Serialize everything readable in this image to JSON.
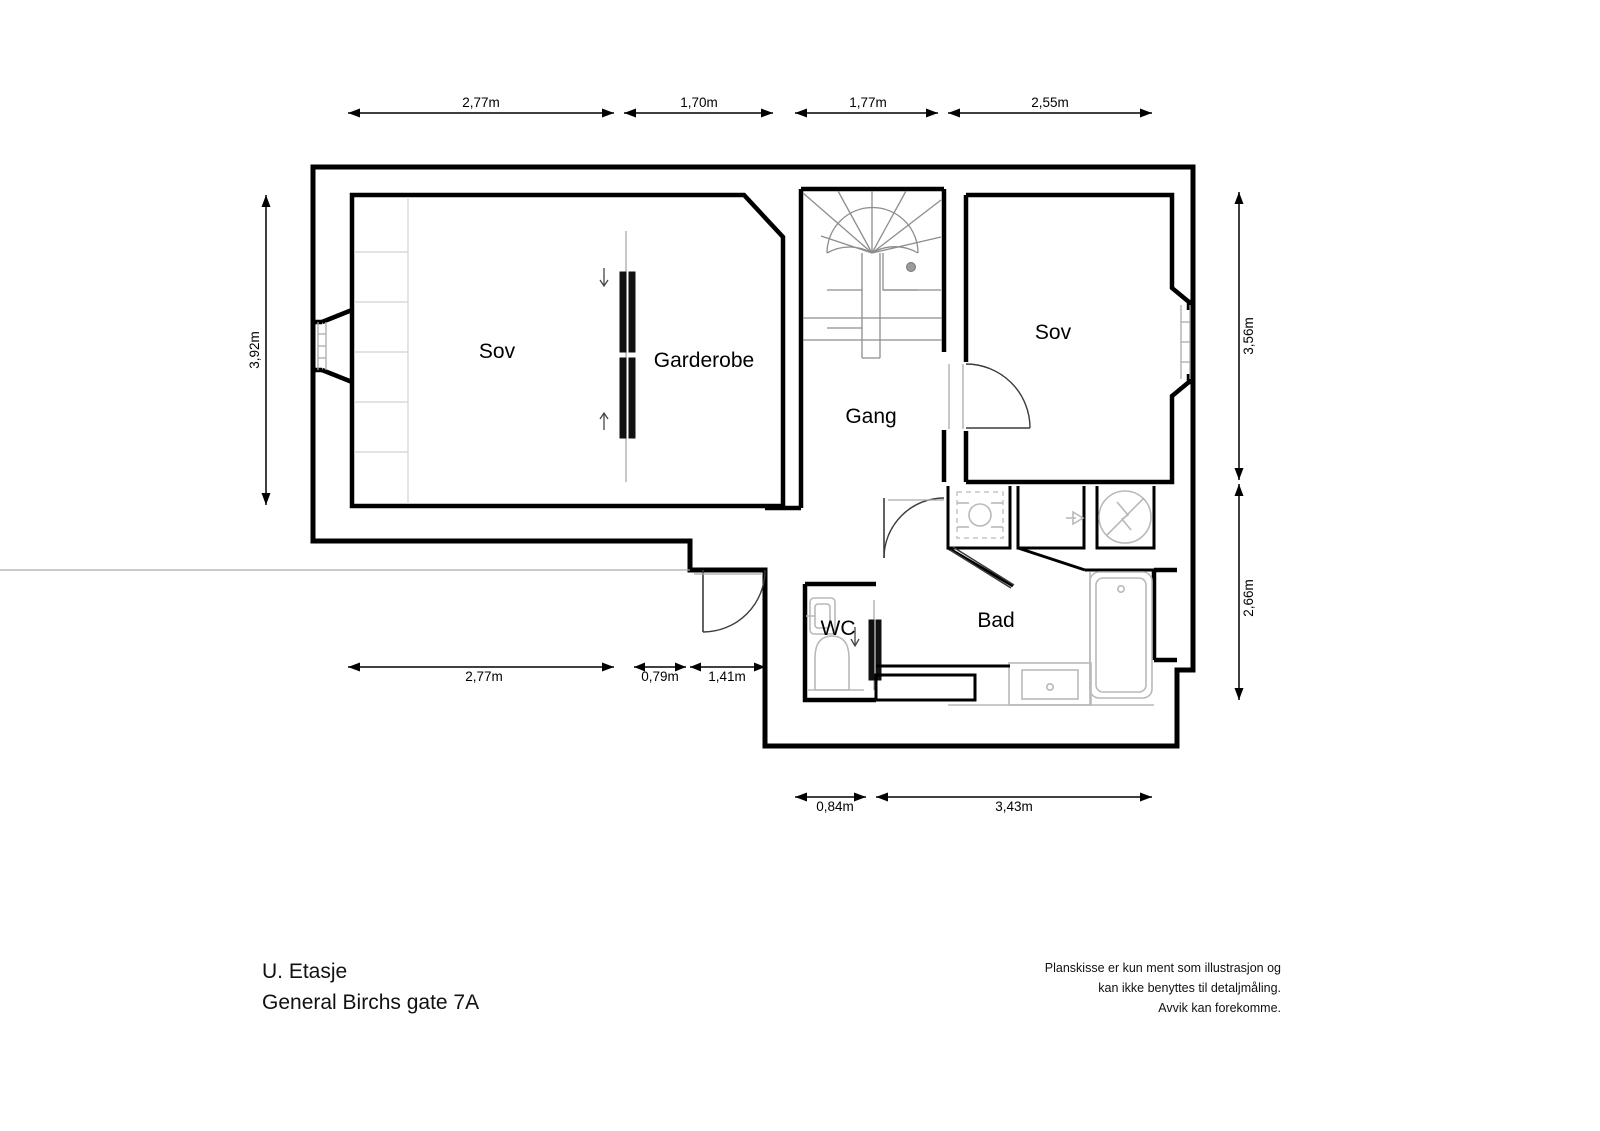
{
  "document": {
    "title": "U. Etasje",
    "address": "General Birchs gate 7A",
    "disclaimer_line1": "Planskisse er kun ment som illustrasjon og",
    "disclaimer_line2": "kan ikke benyttes til detaljmåling.",
    "disclaimer_line3": "Avvik kan forekomme."
  },
  "rooms": [
    {
      "id": "sov-left",
      "label": "Sov"
    },
    {
      "id": "garderobe",
      "label": "Garderobe"
    },
    {
      "id": "gang",
      "label": "Gang"
    },
    {
      "id": "sov-right",
      "label": "Sov"
    },
    {
      "id": "wc",
      "label": "WC"
    },
    {
      "id": "bad",
      "label": "Bad"
    }
  ],
  "dimensions": {
    "top": [
      {
        "value": "2,77m"
      },
      {
        "value": "1,70m"
      },
      {
        "value": "1,77m"
      },
      {
        "value": "2,55m"
      }
    ],
    "middle": [
      {
        "value": "2,77m"
      },
      {
        "value": "0,79m"
      },
      {
        "value": "1,41m"
      }
    ],
    "bottom": [
      {
        "value": "0,84m"
      },
      {
        "value": "3,43m"
      }
    ],
    "left": [
      {
        "value": "3,92m"
      }
    ],
    "right": [
      {
        "value": "3,56m"
      },
      {
        "value": "2,66m"
      }
    ]
  },
  "colors": {
    "wall": "#000000",
    "fixture": "#b9b9b9",
    "stair": "#8d8d8d",
    "background": "#ffffff"
  },
  "symbols": {
    "sliding_door_garderobe": "sliding-door",
    "sliding_door_wc": "sliding-door",
    "staircase": "winder-staircase",
    "washing_machine": "washing-machine",
    "bathtub": "bathtub",
    "shower": "shower",
    "toilet": "toilet",
    "sink": "sink",
    "vanity": "vanity"
  }
}
